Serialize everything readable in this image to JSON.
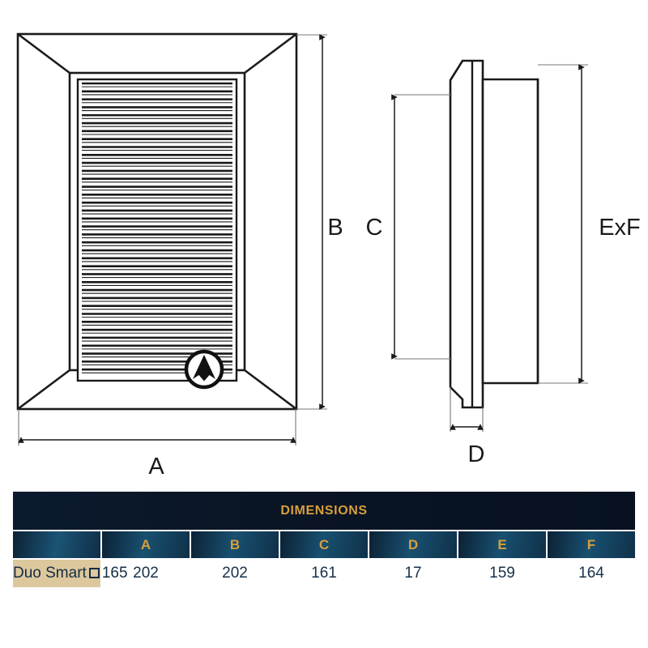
{
  "drawing": {
    "views": {
      "front": {
        "name": "front-elevation",
        "description": "Beveled square grille frame with horizontal louver panel and round logo badge",
        "louver_count": 37,
        "logo": "mountain-peak-badge"
      },
      "side": {
        "name": "side-profile",
        "description": "Stepped side profile showing flange, collar and duct spigot"
      }
    },
    "dimension_labels": {
      "a": "A",
      "b": "B",
      "c": "C",
      "d": "D",
      "exf": "ExF"
    },
    "line_color": "#1a1a1a"
  },
  "table": {
    "title": "DIMENSIONS",
    "columns": [
      "A",
      "B",
      "C",
      "D",
      "E",
      "F"
    ],
    "rows": [
      {
        "name_prefix": "Duo Smart",
        "name_suffix": "165",
        "values": [
          "202",
          "202",
          "161",
          "17",
          "159",
          "164"
        ]
      }
    ],
    "colors": {
      "title_bg": "#0a1524",
      "title_text": "#d79f3c",
      "header_bg": "#185070",
      "header_text": "#d79f3c",
      "name_bg": "#dcc89c",
      "name_text": "#132c45",
      "value_bg": "#ffffff",
      "value_text": "#16304a"
    }
  }
}
